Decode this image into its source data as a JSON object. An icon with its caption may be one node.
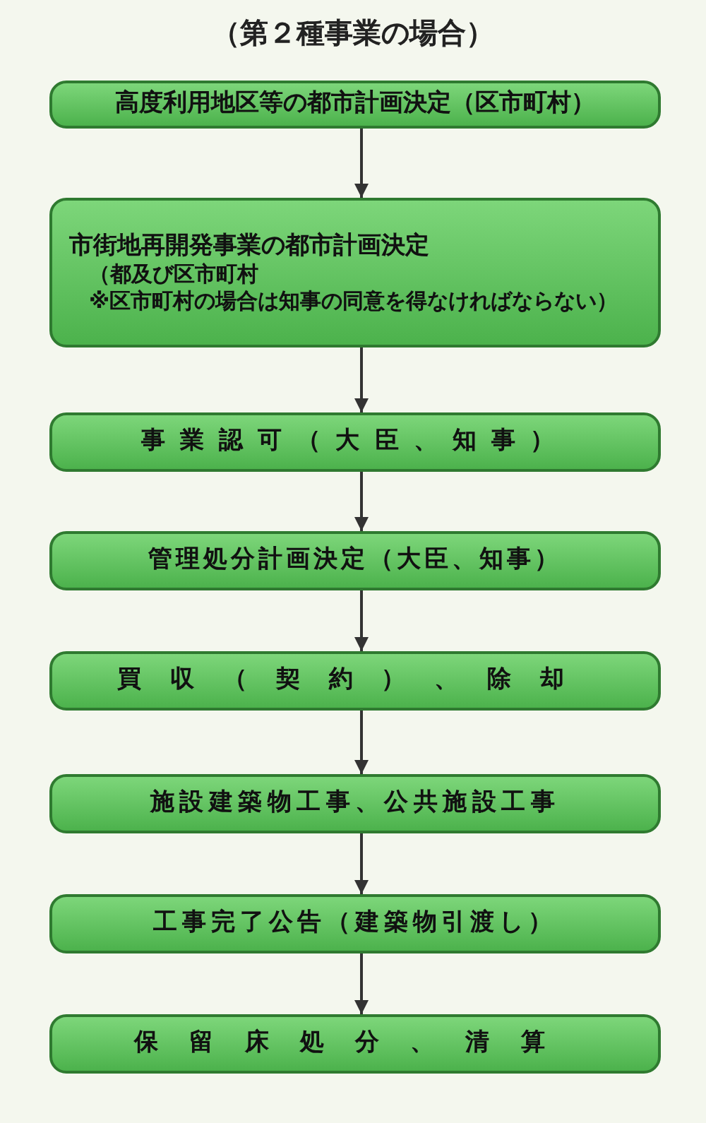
{
  "diagram": {
    "title": "（第２種事業の場合）",
    "nodes": [
      {
        "text": [
          "高度利用地区等の都市計画決定（区市町村）"
        ]
      },
      {
        "text": [
          "市街地再開発事業の都市計画決定",
          "（都及び区市町村",
          "※区市町村の場合は知事の同意を得なければならない）"
        ]
      },
      {
        "text": [
          "事業認可（大臣、知事）"
        ]
      },
      {
        "text": [
          "管理処分計画決定（大臣、知事）"
        ]
      },
      {
        "text": [
          "買収（契約）、除却"
        ]
      },
      {
        "text": [
          "施設建築物工事、公共施設工事"
        ]
      },
      {
        "text": [
          "工事完了公告（建築物引渡し）"
        ]
      },
      {
        "text": [
          "保留床処分、清算"
        ]
      }
    ],
    "edges": [
      {
        "from": 0,
        "to": 1,
        "arrow": "to"
      },
      {
        "from": 1,
        "to": 2,
        "arrow": "to"
      },
      {
        "from": 2,
        "to": 3,
        "arrow": "to"
      },
      {
        "from": 3,
        "to": 4,
        "arrow": "to"
      },
      {
        "from": 4,
        "to": 5,
        "arrow": "to"
      },
      {
        "from": 5,
        "to": 6,
        "arrow": "to"
      },
      {
        "from": 6,
        "to": 7,
        "arrow": "to"
      }
    ]
  }
}
